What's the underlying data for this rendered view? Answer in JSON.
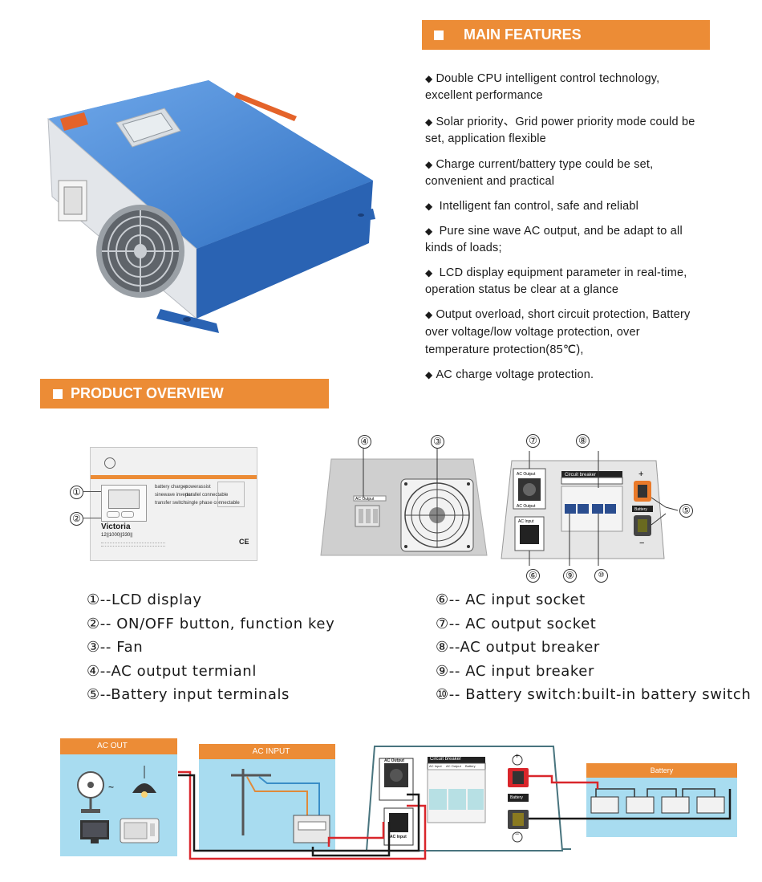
{
  "main_features": {
    "title": "MAIN FEATURES",
    "items": [
      "Double CPU intelligent control technology, excellent performance",
      "Solar priority、Grid power priority mode could be set, application flexible",
      "Charge current/battery type could be set, convenient and practical",
      " Intelligent fan control, safe and reliabl",
      " Pure sine wave AC output, and be adapt to all kinds of loads;",
      " LCD display equipment parameter in real-time, operation status be clear at a glance",
      "Output overload, short circuit protection, Battery over voltage/low voltage protection, over temperature protection(85℃),",
      "AC charge voltage protection."
    ]
  },
  "product_overview": {
    "title": "PRODUCT OVERVIEW",
    "front_panel": {
      "brand": "Victoria",
      "model": "12||1000||330||",
      "label_items": [
        "battery charger",
        "sinewave inverter",
        "transfer switch",
        "powerassist",
        "parallel connectable",
        "single phase connectable"
      ]
    },
    "panel_labels": {
      "ac_output": "AC Output",
      "ac_input": "AC Input",
      "circuit_breaker": "Circuit breaker",
      "battery": "Battery",
      "plus": "+",
      "minus": "−"
    },
    "legend_left": [
      {
        "num": "①",
        "text": "--LCD display"
      },
      {
        "num": "②",
        "text": "-- ON/OFF button, function key"
      },
      {
        "num": "③",
        "text": "-- Fan"
      },
      {
        "num": "④",
        "text": "--AC output termianl"
      },
      {
        "num": "⑤",
        "text": "--Battery input terminals"
      }
    ],
    "legend_right": [
      {
        "num": "⑥",
        "text": "-- AC input socket"
      },
      {
        "num": "⑦",
        "text": "-- AC output socket"
      },
      {
        "num": "⑧",
        "text": "--AC output breaker"
      },
      {
        "num": "⑨",
        "text": "-- AC input breaker"
      },
      {
        "num": "⑩",
        "text": "-- Battery switch:built-in battery switch"
      }
    ],
    "callouts": [
      "①",
      "②",
      "③",
      "④",
      "⑤",
      "⑥",
      "⑦",
      "⑧",
      "⑨",
      "⑩"
    ]
  },
  "wiring": {
    "ac_out": "AC OUT",
    "ac_input": "AC  INPUT",
    "battery": "Battery",
    "circuit_breaker": "Circuit breaker",
    "ac_output": "AC Output",
    "ac_input_label": "AC Input",
    "battery_tag": "Battery",
    "breaker_sub": [
      "AC Input",
      "AC Output",
      "Battery"
    ]
  },
  "colors": {
    "accent_orange": "#ec8c36",
    "light_blue": "#a8dcf0",
    "product_blue": "#3d7fd1",
    "wire_red": "#d9262b",
    "wire_black": "#1a1a1a"
  }
}
